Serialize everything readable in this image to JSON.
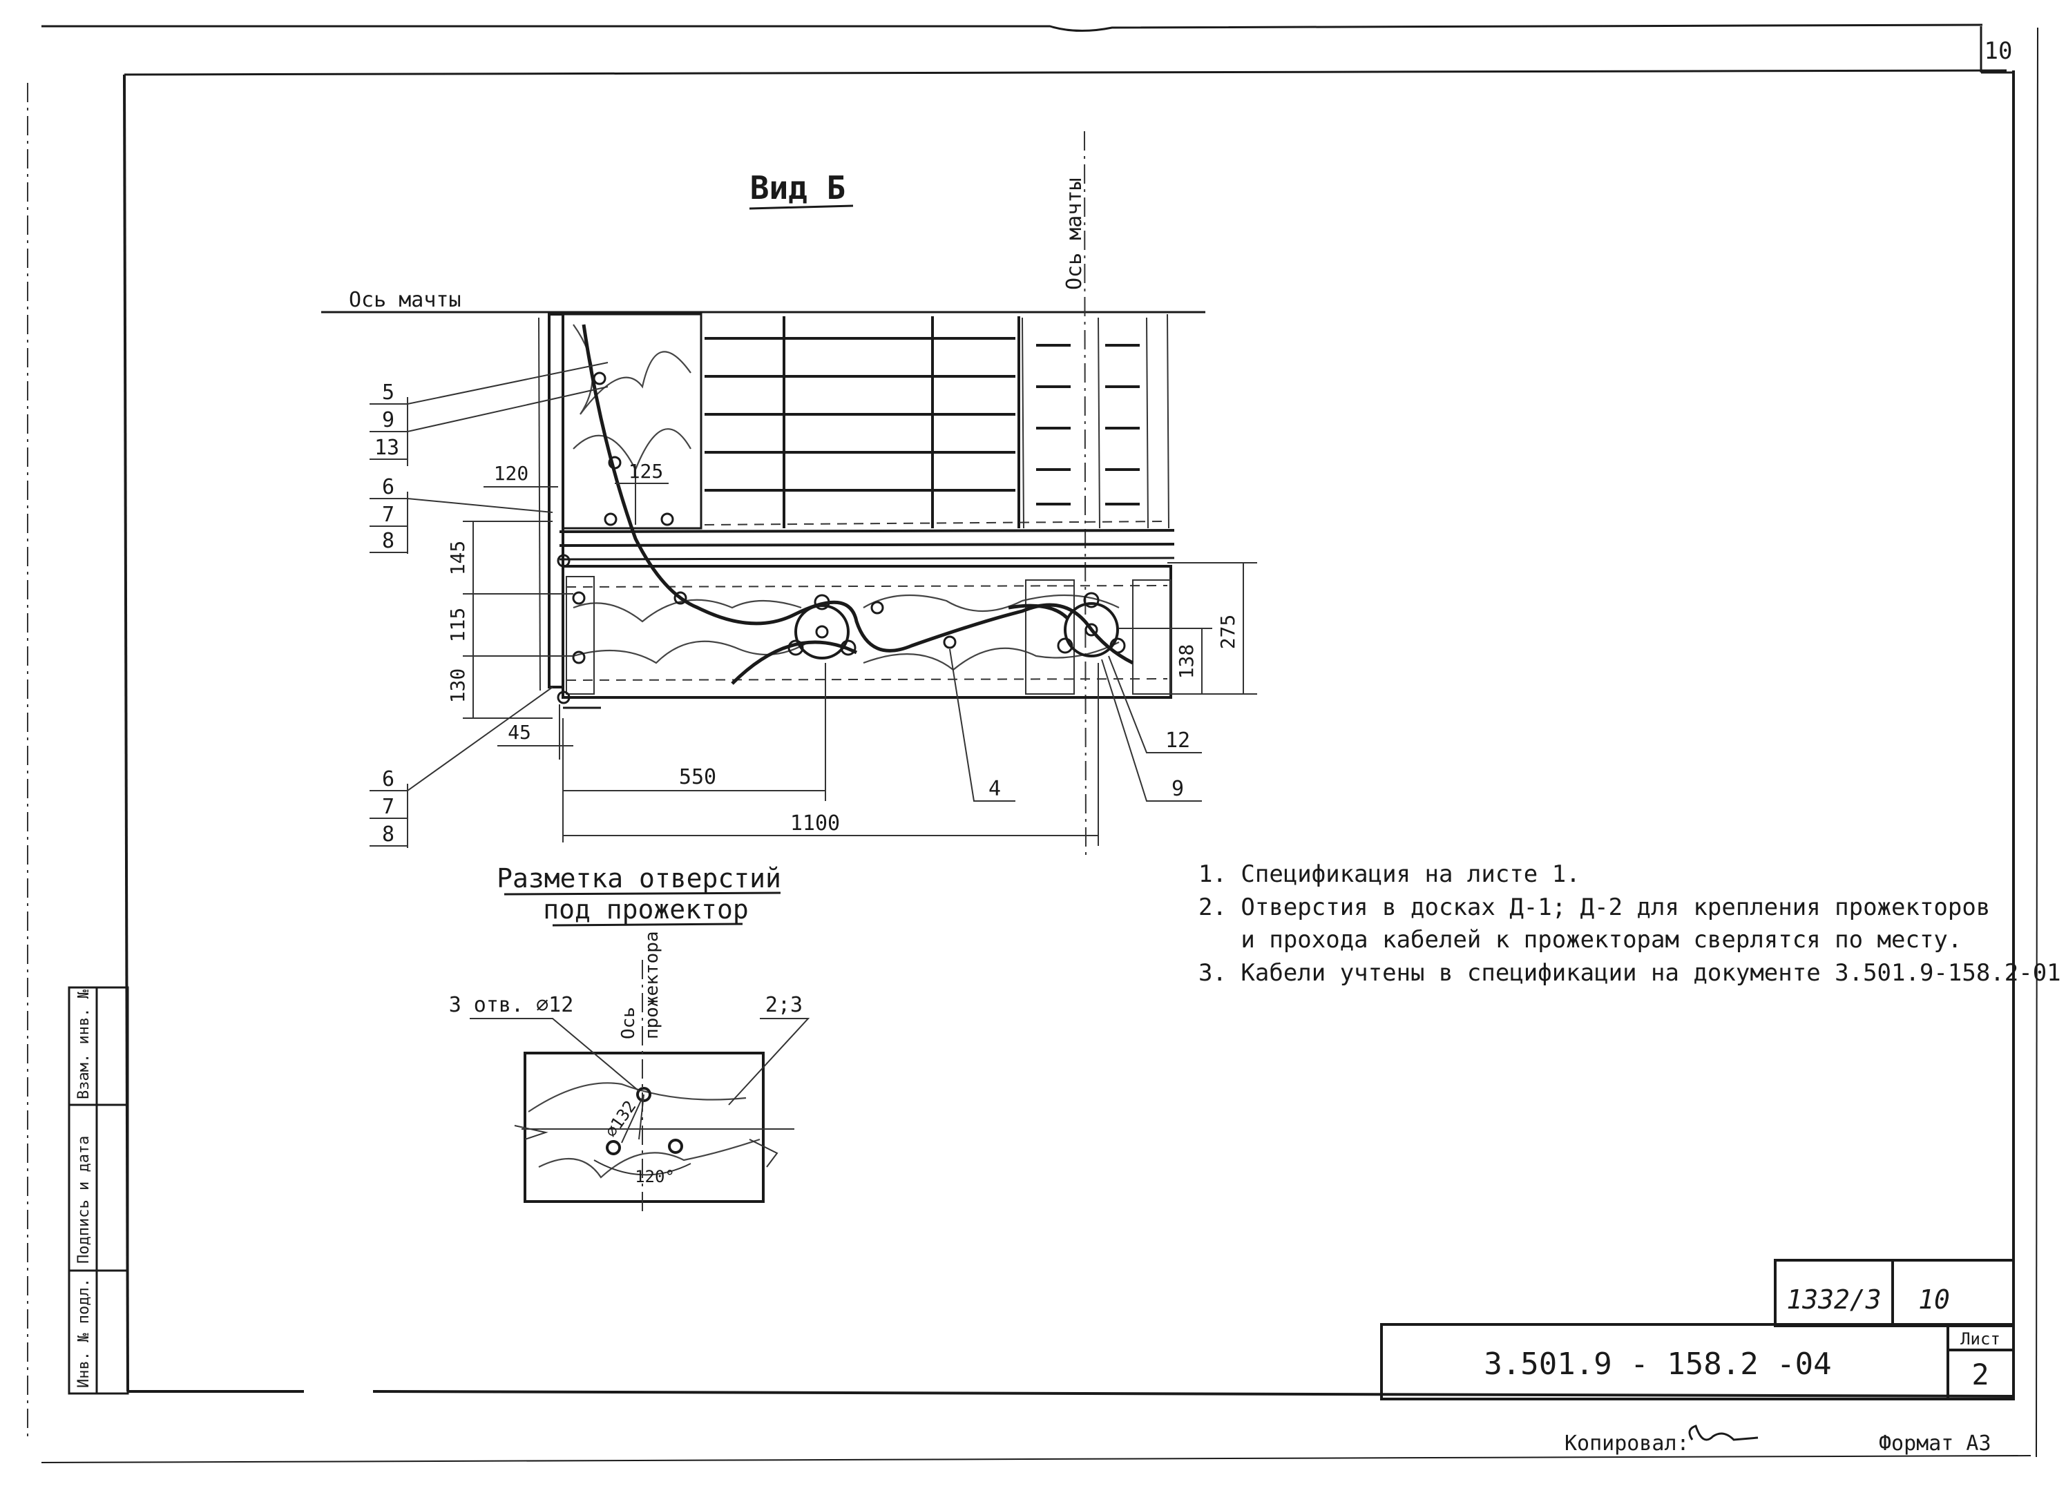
{
  "sheet": {
    "corner_sheet_number": "10",
    "title_block": {
      "inventory": "1332/3",
      "sheet_seq": "10",
      "document_code": "3.501.9 - 158.2 -04",
      "sheet_label": "Лист",
      "sheet_number": "2"
    },
    "copied_by_label": "Копировал:",
    "format_label": "Формат А3",
    "side_stamp": [
      "Инв. № подл.",
      "Подпись и дата",
      "Взам. инв. №"
    ]
  },
  "view_b": {
    "title": "Вид Б",
    "mast_axis_horizontal": "Ось мачты",
    "mast_axis_vertical": "Ось мачты",
    "callouts": {
      "top_left_stack": [
        "5",
        "9",
        "13"
      ],
      "mid_left_stack": [
        "6",
        "7",
        "8"
      ],
      "bottom_left_stack": [
        "6",
        "7",
        "8"
      ],
      "c4": "4",
      "c12": "12",
      "c9": "9"
    },
    "dimensions": {
      "d120": "120",
      "d125": "125",
      "d145": "145",
      "d115": "115",
      "d130": "130",
      "d45": "45",
      "d550": "550",
      "d1100": "1100",
      "d275": "275",
      "d138": "138"
    }
  },
  "hole_marking": {
    "title_line1": "Разметка отверстий",
    "title_line2": "под прожектор",
    "holes_label": "3 отв. ⌀12",
    "axis_label_line1": "Ось",
    "axis_label_line2": "прожектора",
    "ref_label": "2;3",
    "diameter_label": "⌀132",
    "angle_label": "120°"
  },
  "notes": [
    "1. Спецификация на листе 1.",
    "2. Отверстия в досках Д-1; Д-2 для крепления прожекторов",
    "   и прохода кабелей к прожекторам сверлятся по месту.",
    "3. Кабели учтены в спецификации на документе 3.501.9-158.2-01"
  ]
}
